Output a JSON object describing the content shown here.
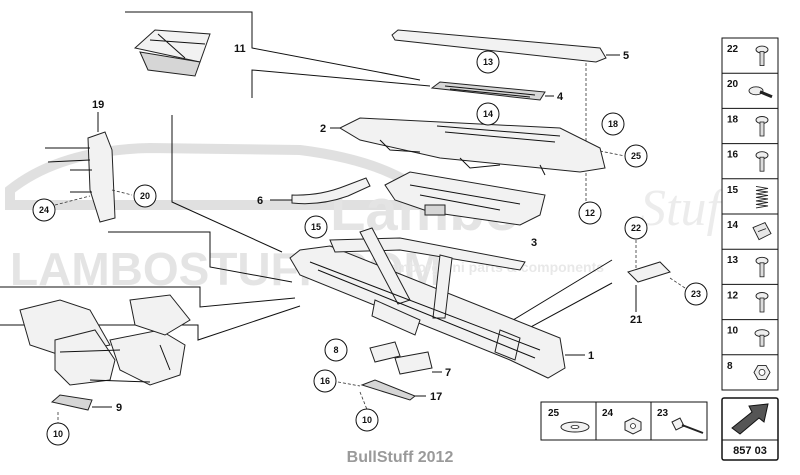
{
  "diagram_code": "857 03",
  "caption": "BullStuff 2012",
  "watermark": {
    "main": "LAMBOSTUFF.COM",
    "script": "Stuff",
    "brand": "Lambo",
    "sub": "Lamborghini parts & components"
  },
  "callouts": [
    "1",
    "2",
    "3",
    "4",
    "5",
    "6",
    "7",
    "9",
    "11",
    "17",
    "19",
    "21"
  ],
  "circled_callouts": [
    "8",
    "10",
    "10",
    "12",
    "13",
    "14",
    "15",
    "16",
    "18",
    "20",
    "22",
    "23",
    "24",
    "25"
  ],
  "hardware_column": [
    "22",
    "20",
    "18",
    "16",
    "15",
    "14",
    "13",
    "12",
    "10",
    "8"
  ],
  "hardware_bottom": [
    "25",
    "24",
    "23"
  ]
}
